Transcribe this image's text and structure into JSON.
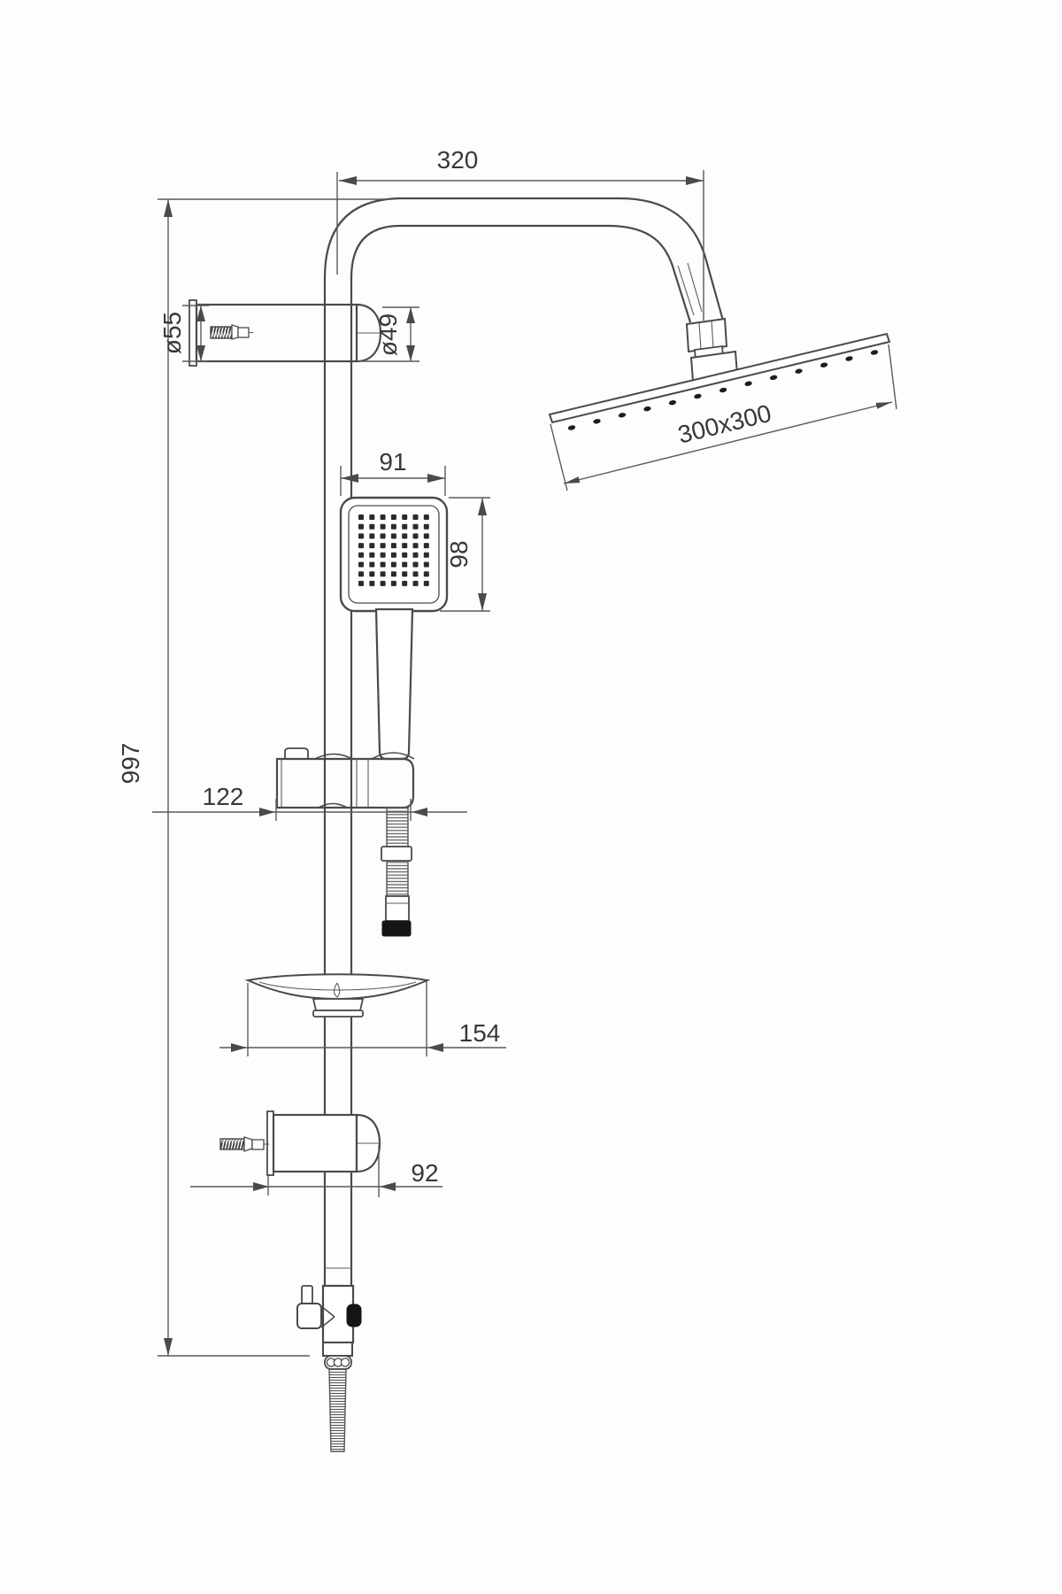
{
  "drawing": {
    "type": "technical line drawing",
    "subject": "thermostatic shower column with overhead rain head, hand shower, soap dish and wall brackets",
    "units_note": "mm",
    "dimensions": {
      "arm_reach": "320",
      "top_bracket_outer_diameter": "ø55",
      "top_bracket_cover_diameter": "ø49",
      "head_plate_size": "300x300",
      "handset_width": "91",
      "handset_length": "98",
      "column_height": "997",
      "slider_bracket_width": "122",
      "soap_dish_width": "154",
      "lower_bracket_width": "92"
    },
    "colors": {
      "background": "#fdfdfd",
      "line": "#4a4a4a",
      "dimension_line": "#5a5a5a",
      "text": "#383838",
      "solid_fill": "#151515",
      "white_fill": "#ffffff"
    }
  }
}
